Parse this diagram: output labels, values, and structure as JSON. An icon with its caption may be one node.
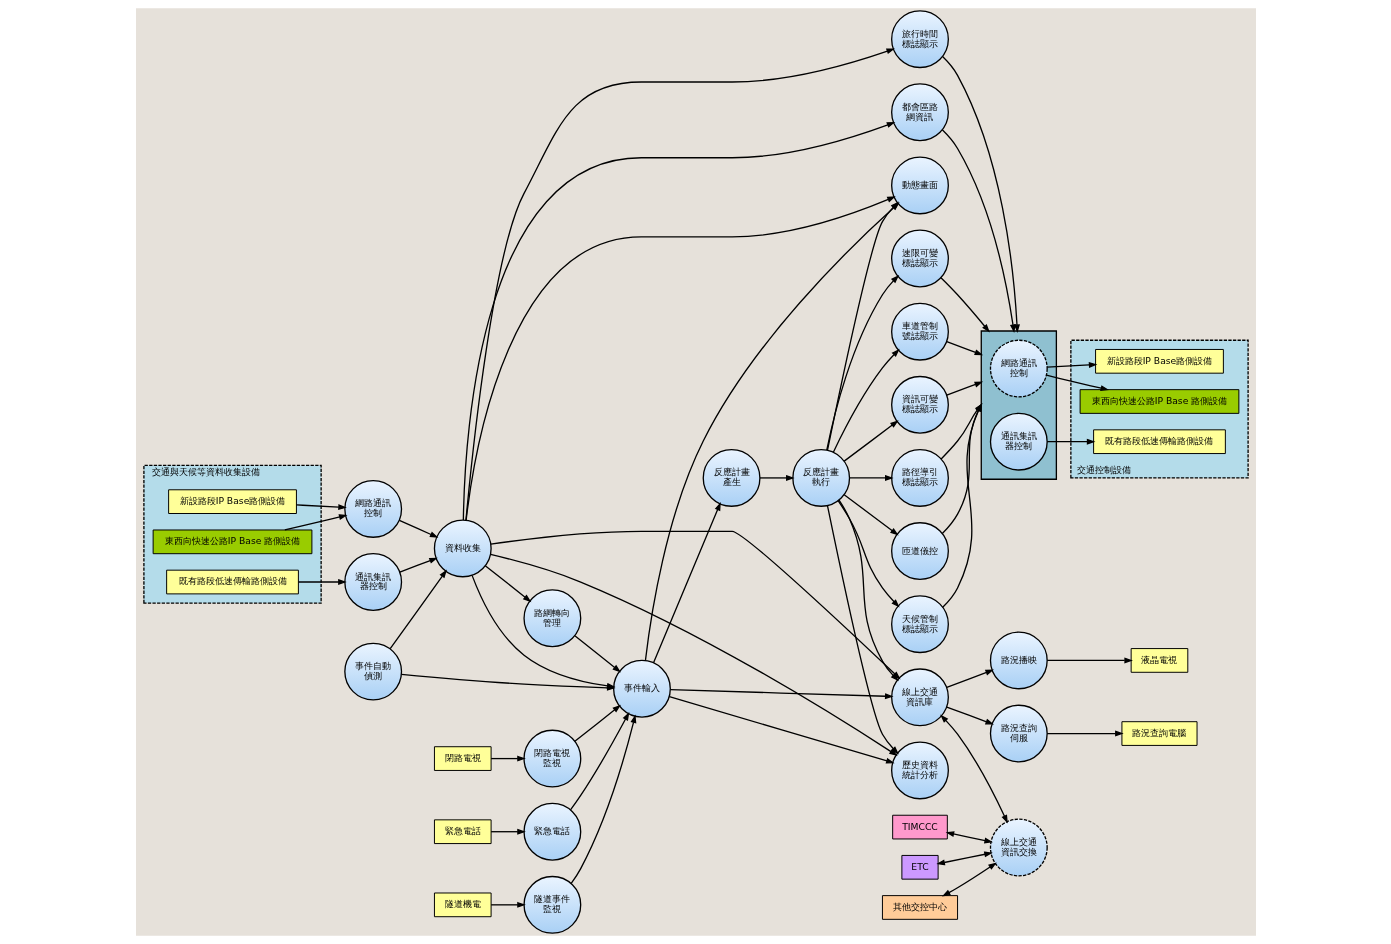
{
  "diagram": {
    "nodes": [
      {
        "text": [
          "交通與天候等資料收集設備"
        ]
      },
      {
        "text": [
          "既有路段低速傳輸路側設備"
        ],
        "in": 0
      },
      {
        "text": [
          "新設路段IP Base路側設備"
        ],
        "in": 0
      },
      {
        "text": [
          "東西向快速公路IP Base 路側設備"
        ],
        "in": 0
      },
      {
        "text": [
          "閉路電視"
        ]
      },
      {
        "text": [
          "緊急電話"
        ]
      },
      {
        "text": [
          "事件自動偵測"
        ]
      },
      {
        "text": [
          "閉路電視監視"
        ]
      },
      {
        "text": [
          "緊急電話"
        ]
      },
      {
        "text": [
          "旅行時間標誌顯示"
        ]
      },
      {
        "text": [
          "資訊可變標誌顯示"
        ]
      },
      {
        "text": [
          "路徑導引標誌顯示"
        ]
      },
      {
        "text": [
          "通訊集訊器控制"
        ]
      },
      {
        "text": [
          "網路通訊控制"
        ]
      },
      {
        "text": [
          "資料收集"
        ]
      },
      {
        "text": [
          "事件輸入"
        ]
      },
      {
        "text": [
          "反應計畫產生"
        ]
      },
      {
        "text": [
          "反應計畫執行"
        ]
      },
      {
        "text": [
          "匝道儀控"
        ]
      },
      {
        "text": [],
        "shape": "box"
      },
      {
        "text": [
          "網路通訊控制"
        ],
        "in": 19
      },
      {
        "text": [
          "通訊集訊器控制"
        ],
        "in": 19
      },
      {
        "text": [
          "天候管制標誌顯示"
        ]
      },
      {
        "text": [
          "路網轉向管理"
        ]
      },
      {
        "text": [
          "動態畫面"
        ]
      },
      {
        "text": [
          "速限可變標誌顯示"
        ]
      },
      {
        "text": [
          "車道管制號誌顯示"
        ]
      },
      {
        "text": [
          "歷史資料統計分析"
        ]
      },
      {
        "text": [
          "隧道機電"
        ]
      },
      {
        "text": [
          "隧道事件監視"
        ]
      },
      {
        "text": [
          "線上交通資訊庫"
        ]
      },
      {
        "text": [
          "都會區路網資訊"
        ]
      },
      {
        "text": [
          "其他交控中心"
        ]
      },
      {
        "text": [
          "TIMCCC"
        ]
      },
      {
        "text": [
          "ETC"
        ]
      },
      {
        "text": [
          "線上交通資訊交換"
        ]
      },
      {
        "text": [
          "路況查詢伺服"
        ]
      },
      {
        "text": [
          "路況播映"
        ]
      },
      {
        "text": [
          "路況查詢電腦"
        ]
      },
      {
        "text": [
          "液晶電視"
        ]
      },
      {
        "text": [
          "交通控制設備"
        ]
      },
      {
        "text": [
          "既有路段低速傳輸路側設備"
        ],
        "in": 40
      },
      {
        "text": [
          "新設路段IP Base路側設備"
        ],
        "in": 40
      },
      {
        "text": [
          "東西向快速公路IP Base 路側設備"
        ],
        "in": 40
      }
    ],
    "edges": [
      {
        "from": 1,
        "to": 12,
        "arrow": "to"
      },
      {
        "from": 2,
        "to": 13,
        "arrow": "to"
      },
      {
        "from": 3,
        "to": 13,
        "arrow": "to"
      },
      {
        "from": 4,
        "to": 7,
        "arrow": "to"
      },
      {
        "from": 5,
        "to": 8,
        "arrow": "to"
      },
      {
        "from": 12,
        "to": 14,
        "arrow": "to"
      },
      {
        "from": 13,
        "to": 14,
        "arrow": "to"
      },
      {
        "from": 6,
        "to": 14,
        "arrow": "to"
      },
      {
        "from": 6,
        "to": 15,
        "arrow": "to"
      },
      {
        "from": 7,
        "to": 15,
        "arrow": "to"
      },
      {
        "from": 8,
        "to": 15,
        "arrow": "to"
      },
      {
        "from": 14,
        "to": 15,
        "arrow": "to"
      },
      {
        "from": 14,
        "to": 9,
        "arrow": "to"
      },
      {
        "from": 15,
        "to": 16,
        "arrow": "to"
      },
      {
        "from": 16,
        "to": 17,
        "arrow": "to"
      },
      {
        "from": 17,
        "to": 11,
        "arrow": "to"
      },
      {
        "from": 17,
        "to": 10,
        "arrow": "to"
      },
      {
        "from": 17,
        "to": 18,
        "arrow": "to"
      },
      {
        "from": 17,
        "to": 22,
        "arrow": "to"
      },
      {
        "from": 17,
        "to": 25,
        "arrow": "to"
      },
      {
        "from": 17,
        "to": 26,
        "arrow": "to"
      },
      {
        "from": 17,
        "to": 24,
        "arrow": "to"
      },
      {
        "from": 17,
        "to": 27,
        "arrow": "to"
      },
      {
        "from": 17,
        "to": 30,
        "arrow": "to"
      },
      {
        "from": 9,
        "to": 19,
        "arrow": "to"
      },
      {
        "from": 10,
        "to": 19,
        "arrow": "to"
      },
      {
        "from": 11,
        "to": 19,
        "arrow": "to"
      },
      {
        "from": 18,
        "to": 19,
        "arrow": "to"
      },
      {
        "from": 22,
        "to": 19,
        "arrow": "to"
      },
      {
        "from": 25,
        "to": 19,
        "arrow": "to"
      },
      {
        "from": 26,
        "to": 19,
        "arrow": "to"
      },
      {
        "from": 31,
        "to": 19,
        "arrow": "to"
      },
      {
        "from": 20,
        "to": 42,
        "arrow": "to"
      },
      {
        "from": 20,
        "to": 43,
        "arrow": "to"
      },
      {
        "from": 21,
        "to": 41,
        "arrow": "to"
      },
      {
        "from": 14,
        "to": 23,
        "arrow": "to"
      },
      {
        "from": 23,
        "to": 15,
        "arrow": "to"
      },
      {
        "from": 29,
        "to": 15,
        "arrow": "to"
      },
      {
        "from": 14,
        "to": 27,
        "arrow": "to"
      },
      {
        "from": 15,
        "to": 27,
        "arrow": "to"
      },
      {
        "from": 14,
        "to": 24,
        "arrow": "to"
      },
      {
        "from": 14,
        "to": 31,
        "arrow": "to"
      },
      {
        "from": 15,
        "to": 24,
        "arrow": "to"
      },
      {
        "from": 15,
        "to": 30,
        "arrow": "to"
      },
      {
        "from": 14,
        "to": 30,
        "arrow": "to"
      },
      {
        "from": 28,
        "to": 29,
        "arrow": "to"
      },
      {
        "from": 32,
        "to": 35,
        "arrow": "both"
      },
      {
        "from": 33,
        "to": 35,
        "arrow": "both"
      },
      {
        "from": 34,
        "to": 35,
        "arrow": "both"
      },
      {
        "from": 30,
        "to": 35,
        "arrow": "both"
      },
      {
        "from": 30,
        "to": 36,
        "arrow": "to"
      },
      {
        "from": 30,
        "to": 37,
        "arrow": "to"
      },
      {
        "from": 36,
        "to": 38,
        "arrow": "to"
      },
      {
        "from": 37,
        "to": 39,
        "arrow": "to"
      }
    ]
  }
}
